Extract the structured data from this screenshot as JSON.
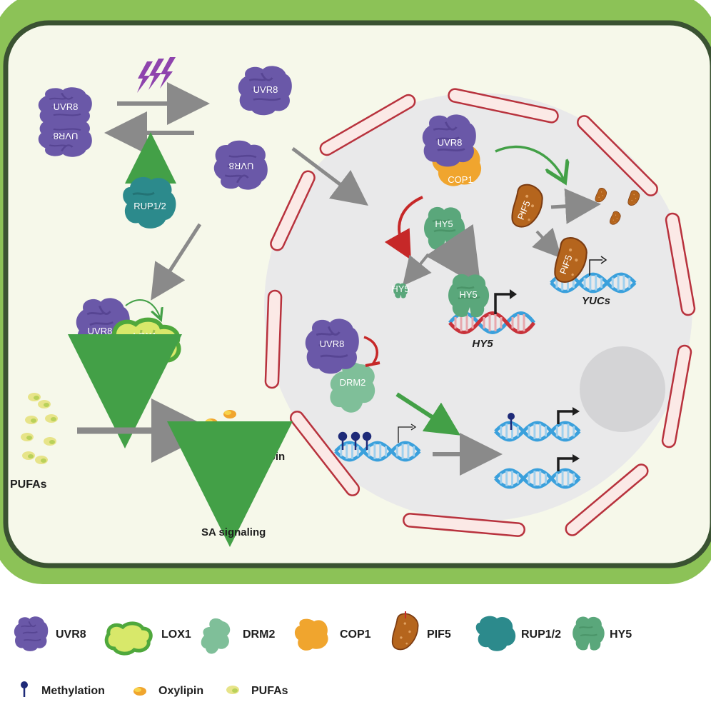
{
  "cell": {
    "labels": {
      "uvr8_dimer_top": "UVR8",
      "uvr8_dimer_bottom": "UVR8",
      "uvr8_monomer_top": "UVR8",
      "uvr8_monomer_flipped": "UVR8",
      "rup": "RUP1/2",
      "uvr8_lox": "UVR8",
      "lox1": "LOX1",
      "pufas": "PUFAs",
      "oxylipin": "Oxylipin",
      "sa_signaling": "SA signaling"
    }
  },
  "nucleus": {
    "labels": {
      "uvr8_cop": "UVR8",
      "cop1": "COP1",
      "hy5_free": "HY5",
      "hy5_small": "HY5",
      "hy5_dna": "HY5",
      "hy5_gene": "HY5",
      "pif5_large": "PIF5",
      "pif5_dna": "PIF5",
      "yucs_gene": "YUCs",
      "uvr8_drm": "UVR8",
      "drm2": "DRM2"
    }
  },
  "legend": {
    "row1": [
      "UVR8",
      "LOX1",
      "DRM2",
      "COP1",
      "PIF5",
      "RUP1/2",
      "HY5"
    ],
    "row2": [
      "Methylation",
      "Oxylipin",
      "PUFAs"
    ]
  },
  "colors": {
    "cell_wall": "#8cc257",
    "cell_border": "#3a5232",
    "cytoplasm": "#f6f8ea",
    "nucleus": "#e9e9ea",
    "envelope_fill": "#fbe9e6",
    "envelope_stroke": "#b8323d",
    "uvr8": "#6a58a8",
    "cop1": "#f0a52e",
    "hy5": "#5aa77b",
    "rup": "#2c8a8c",
    "pif5": "#b5651d",
    "drm2": "#7fbf99",
    "lox1_fill": "#d8e86a",
    "lox1_rim": "#4fa83c",
    "dna_blue": "#3aa0dc",
    "dna_red": "#c8323a",
    "green_arrow": "#43a047",
    "gray_arrow": "#8a8a8a",
    "red_arrow": "#c62828",
    "uv_bolt": "#8e44ad"
  }
}
